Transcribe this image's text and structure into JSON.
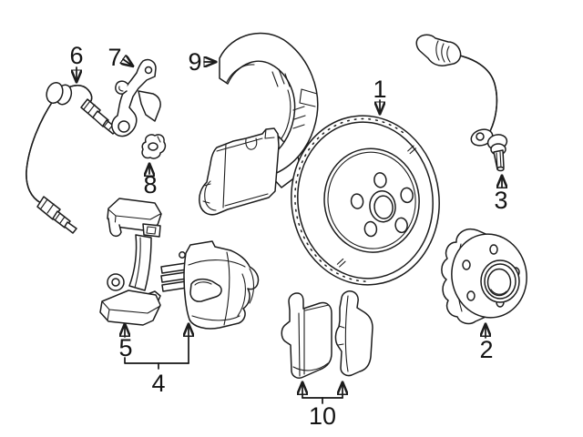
{
  "canvas": {
    "background": "#ffffff",
    "line_color": "#1c1c1c",
    "label_color": "#141414"
  },
  "callouts": [
    {
      "label": "1",
      "part": "brake-rotor"
    },
    {
      "label": "2",
      "part": "wheel-hub-bearing"
    },
    {
      "label": "3",
      "part": "abs-wheel-speed-sensor"
    },
    {
      "label": "4",
      "part": "brake-caliper"
    },
    {
      "label": "5",
      "part": "caliper-mount-bracket"
    },
    {
      "label": "6",
      "part": "brake-hose"
    },
    {
      "label": "7",
      "part": "hose-bracket"
    },
    {
      "label": "8",
      "part": "retainer-clip"
    },
    {
      "label": "9",
      "part": "splash-shield"
    },
    {
      "label": "10",
      "part": "brake-pad-set"
    }
  ]
}
